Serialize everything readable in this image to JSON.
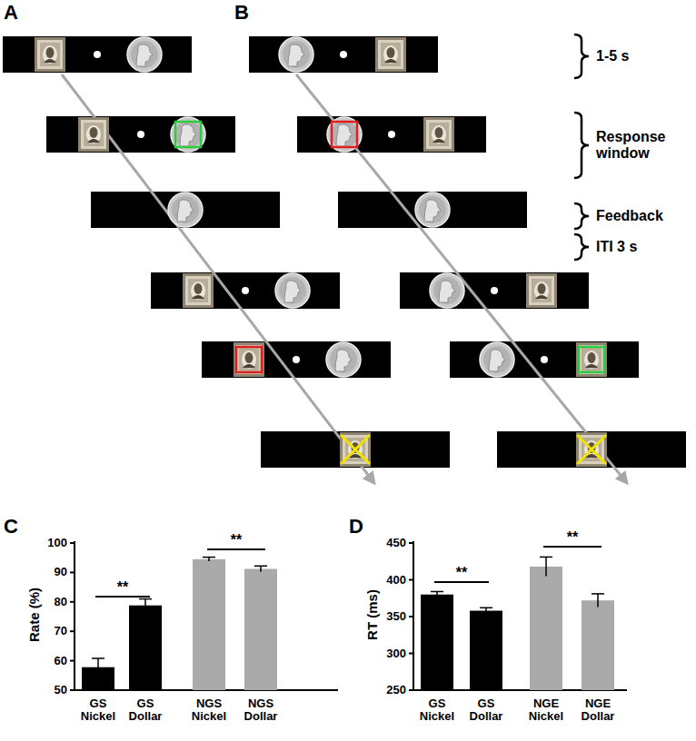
{
  "diagram": {
    "labels": [
      "A",
      "B",
      "1-5 s",
      "Response window",
      "Feedback",
      "ITI 3 s",
      "C",
      "D",
      "Rate (%)",
      "100",
      "90",
      "80",
      "70",
      "60",
      "50",
      "GS Nickel",
      "GS Dollar",
      "NGS Nickel",
      "NGS Dollar",
      "**",
      "**",
      "RT (ms)",
      "450",
      "400",
      "350",
      "300",
      "250",
      "GS Nickel",
      "GS Dollar",
      "NGE Nickel",
      "NGE Dollar",
      "**",
      "**"
    ]
  }
}
